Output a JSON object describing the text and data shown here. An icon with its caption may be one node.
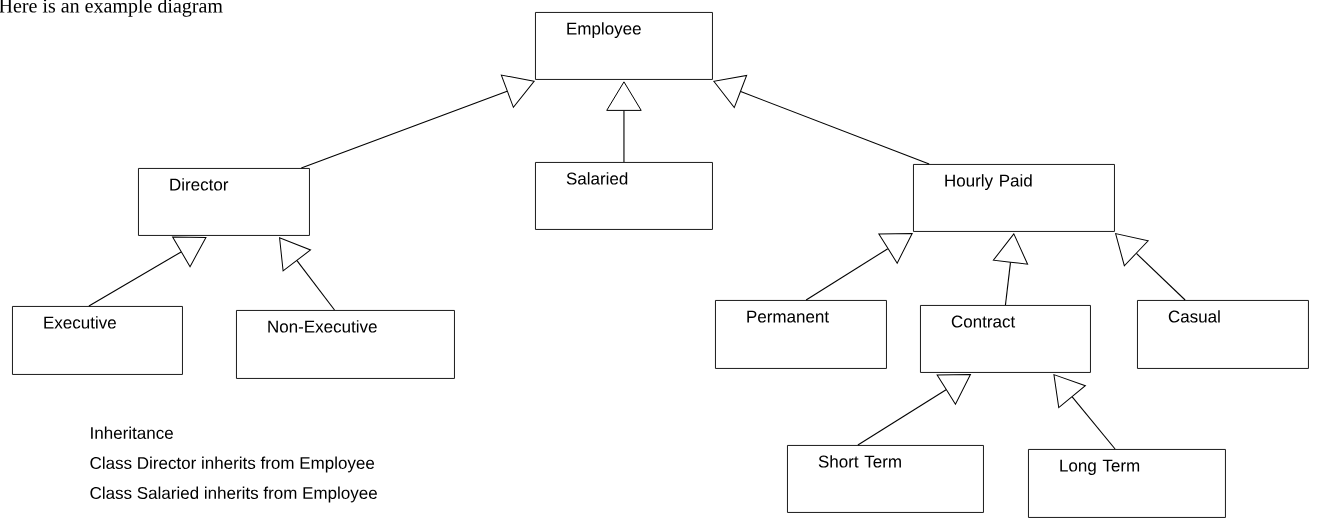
{
  "diagram": {
    "nodes": [
      {
        "text": [
          "Employee"
        ]
      },
      {
        "text": [
          "Director"
        ]
      },
      {
        "text": [
          "Salaried"
        ]
      },
      {
        "text": [
          "Hourly Paid"
        ]
      },
      {
        "text": [
          "Executive"
        ]
      },
      {
        "text": [
          "Non-Executive"
        ]
      },
      {
        "text": [
          "Permanent"
        ]
      },
      {
        "text": [
          "Contract"
        ]
      },
      {
        "text": [
          "Casual"
        ]
      },
      {
        "text": [
          "Short Term"
        ]
      },
      {
        "text": [
          "Long Term"
        ]
      }
    ],
    "edges": [
      {
        "from": 1,
        "to": 0,
        "arrow": "to"
      },
      {
        "from": 2,
        "to": 0,
        "arrow": "to"
      },
      {
        "from": 3,
        "to": 0,
        "arrow": "to"
      },
      {
        "from": 4,
        "to": 1,
        "arrow": "to"
      },
      {
        "from": 5,
        "to": 1,
        "arrow": "to"
      },
      {
        "from": 6,
        "to": 3,
        "arrow": "to"
      },
      {
        "from": 7,
        "to": 3,
        "arrow": "to"
      },
      {
        "from": 8,
        "to": 3,
        "arrow": "to"
      },
      {
        "from": 9,
        "to": 7,
        "arrow": "to"
      },
      {
        "from": 10,
        "to": 7,
        "arrow": "to"
      }
    ],
    "labels": [
      "Here is an example diagram",
      "Inheritance",
      "Class Director inherits from Employee",
      "Class Salaried inherits from Employee"
    ]
  }
}
